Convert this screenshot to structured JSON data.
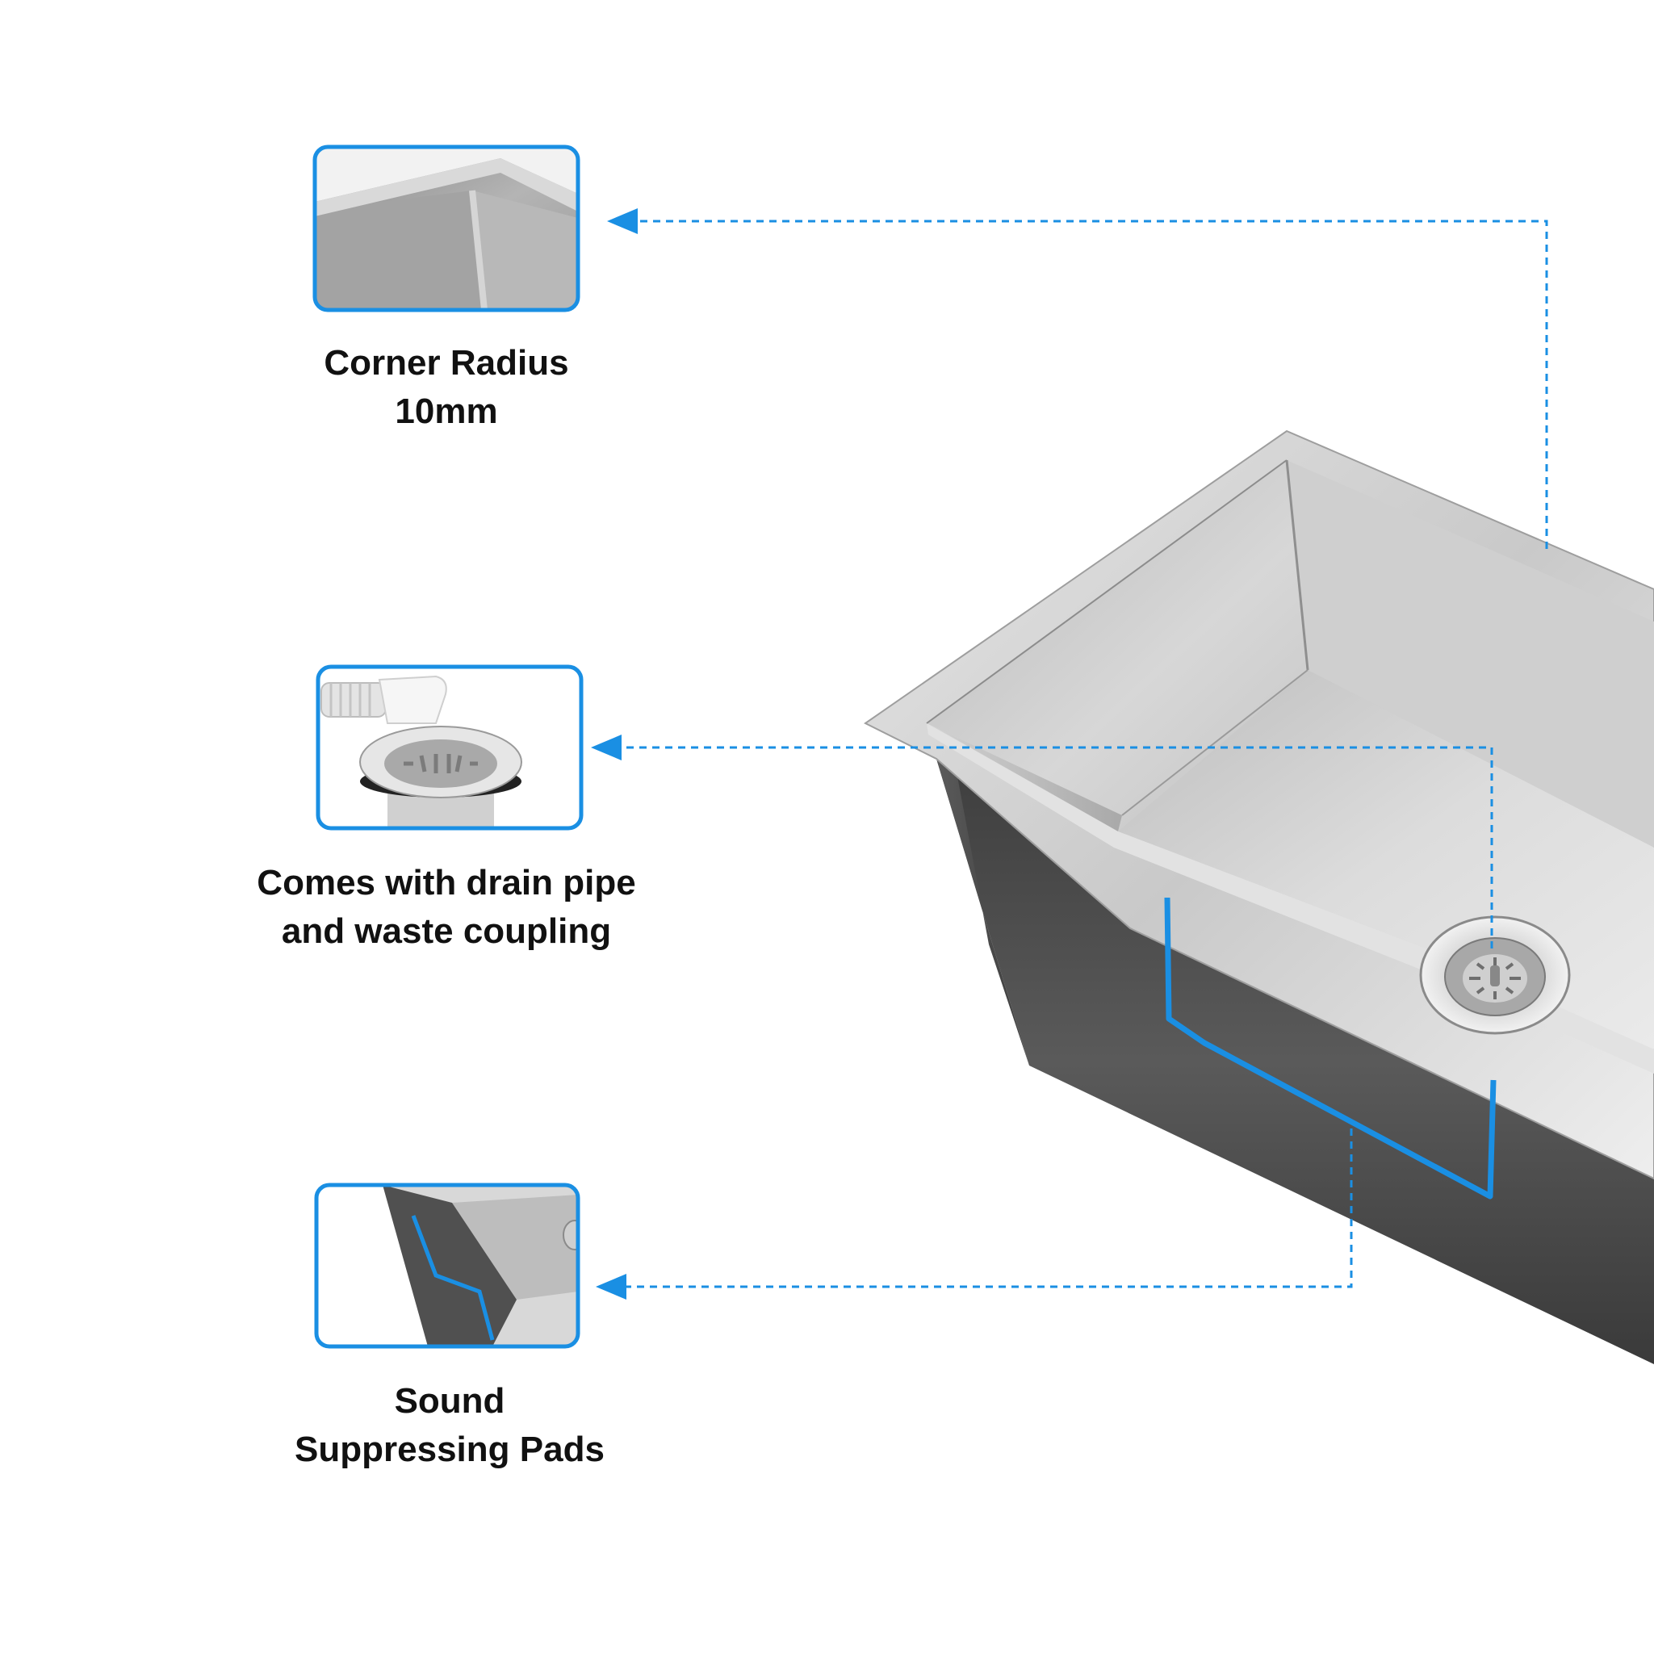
{
  "features": [
    {
      "id": "corner-radius",
      "lines": [
        "Corner Radius",
        "10mm"
      ]
    },
    {
      "id": "drain",
      "lines": [
        "Comes with drain pipe",
        "and waste coupling"
      ]
    },
    {
      "id": "sound-pads",
      "lines": [
        "Sound",
        "Suppressing Pads"
      ]
    }
  ],
  "colors": {
    "accent": "#1a8fe3",
    "text": "#111111",
    "steel_light": "#d9d9d9",
    "steel_dark": "#4a4a4a"
  },
  "icons": [
    "corner-detail-thumbnail",
    "drain-kit-thumbnail",
    "sound-pad-thumbnail",
    "arrow-left-icon"
  ]
}
